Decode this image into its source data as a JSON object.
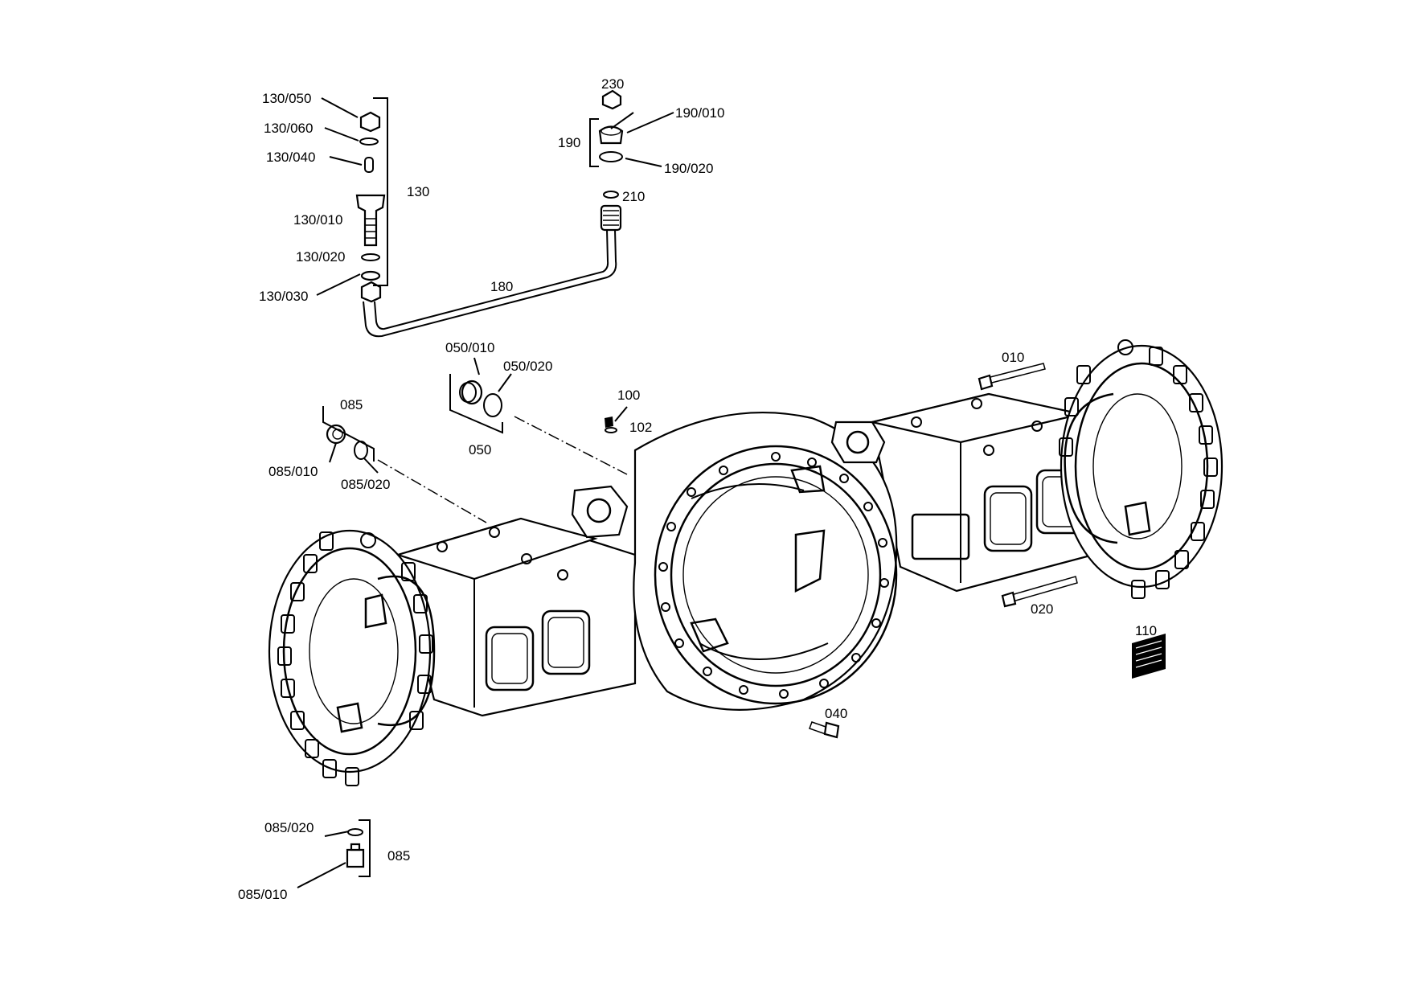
{
  "drawing": {
    "labels": [
      "130/050",
      "130/060",
      "130/040",
      "130",
      "130/010",
      "130/020",
      "130/030",
      "230",
      "190/010",
      "190",
      "190/020",
      "210",
      "180",
      "050/010",
      "050/020",
      "050",
      "085",
      "085/010",
      "085/020",
      "100",
      "102",
      "010",
      "020",
      "110",
      "040",
      "085/020",
      "085",
      "085/010"
    ]
  }
}
